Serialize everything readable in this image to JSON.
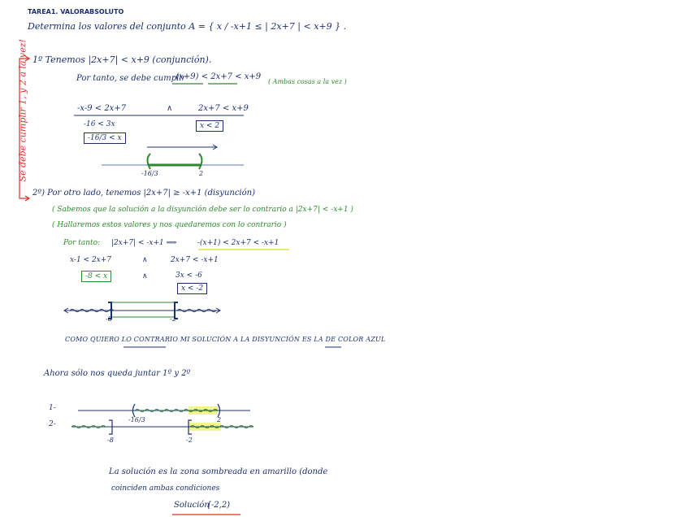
{
  "title": "TAREA1. VALORABSOLUTO",
  "statement": "Determina los valores del conjunto A = { x / -x+1 ≤ | 2x+7 | < x+9 } .",
  "side_note": "Se debe cumplir 1, y 2 a la vez!",
  "part1": {
    "intro": "1º Tenemos |2x+7| < x+9 (conjunción).",
    "therefore": "Por tanto, se debe cumplir",
    "compound": "-(x+9) < 2x+7 < x+9",
    "note": "( Ambas cosas a la vez )",
    "left_ineq": "-x-9 < 2x+7",
    "and1": "∧",
    "right_ineq": "2x+7 < x+9",
    "step1": "-16 < 3x",
    "step2": "-16/3 < x",
    "result_right": "x < 2",
    "tick_left": "-16/3",
    "tick_right": "2"
  },
  "part2": {
    "intro": "2º) Por otro lado, tenemos |2x+7| ≥ -x+1 (disyunción)",
    "note1": "( Sabemos que la solución a la disyunción debe ser lo contrario a |2x+7| < -x+1 )",
    "note2": "( Hallaremos estos valores y nos quedaremos con lo contrario )",
    "therefore": "Por tanto:",
    "equiv": "|2x+7| < -x+1 ⟺",
    "compound": "-(x+1) < 2x+7 < -x+1",
    "left_ineq": "x-1 < 2x+7",
    "and1": "∧",
    "right_ineq": "2x+7 < -x+1",
    "and2": "∧",
    "result_left": "-8 < x",
    "step_right": "3x < -6",
    "result_right": "x < -2",
    "tick_left": "-8",
    "tick_right": "-2",
    "comment": "COMO QUIERO LO CONTRARIO MI SOLUCIÓN A LA DISYUNCIÓN ES LA DE COLOR AZUL"
  },
  "combine": {
    "intro": "Ahora sólo nos queda juntar 1º y 2º",
    "row1": "1-",
    "row2": "2-",
    "r1_left": "-16/3",
    "r1_right": "2",
    "r2_left": "-8",
    "r2_right": "-2"
  },
  "conclusion": {
    "line1": "La solución es la zona sombreada en amarillo (donde",
    "line2": "coinciden ambas condiciones",
    "solution_label": "Solución",
    "solution_value": "[-2,2)"
  },
  "colors": {
    "ink": "#1b2f6e",
    "green": "#2c8a2c",
    "red": "#d9302b",
    "highlight": "#eef26a"
  }
}
